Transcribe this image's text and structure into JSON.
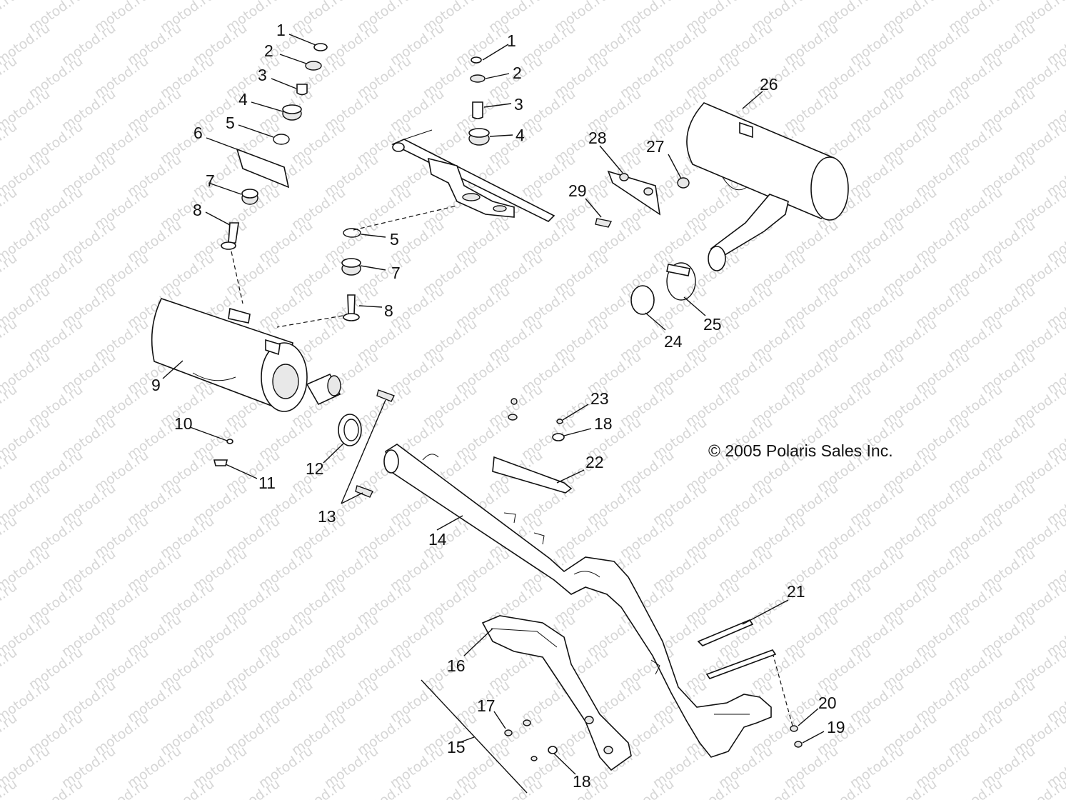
{
  "watermark": "motod.ru",
  "copyright": "© 2005 Polaris Sales Inc.",
  "labels": {
    "l1a": "1",
    "l2a": "2",
    "l3a": "3",
    "l4a": "4",
    "l5a": "5",
    "l6": "6",
    "l7a": "7",
    "l8a": "8",
    "l9": "9",
    "l10": "10",
    "l11": "11",
    "l12": "12",
    "l13": "13",
    "l14": "14",
    "l15": "15",
    "l16": "16",
    "l17": "17",
    "l18a": "18",
    "l19": "19",
    "l20": "20",
    "l21": "21",
    "l22": "22",
    "l23": "23",
    "l18b": "18",
    "l24": "24",
    "l25": "25",
    "l26": "26",
    "l27": "27",
    "l28": "28",
    "l29": "29",
    "l1b": "1",
    "l2b": "2",
    "l3b": "3",
    "l4b": "4",
    "l5b": "5",
    "l7b": "7",
    "l8b": "8"
  }
}
